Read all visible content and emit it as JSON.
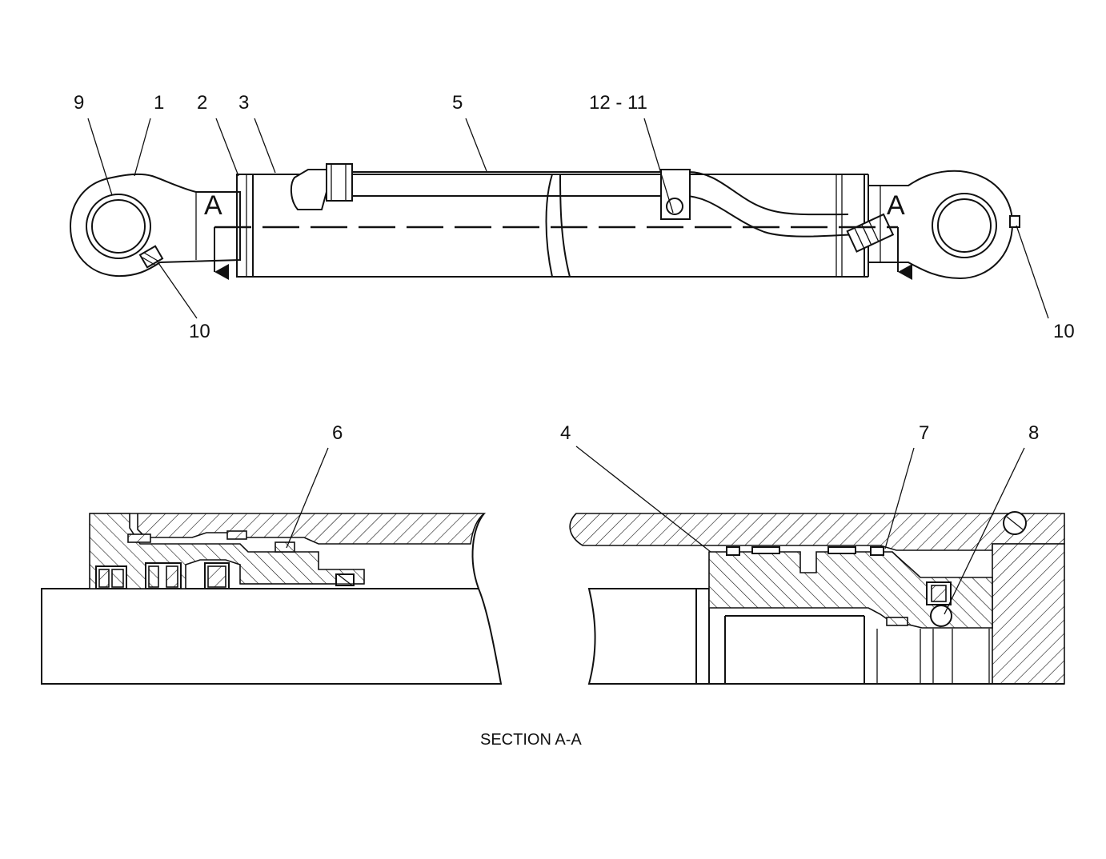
{
  "callouts": {
    "c9": "9",
    "c1": "1",
    "c2": "2",
    "c3": "3",
    "c5": "5",
    "c12_11": "12 - 11",
    "c10_left": "10",
    "c10_right": "10",
    "c6": "6",
    "c4": "4",
    "c7": "7",
    "c8": "8"
  },
  "section_markers": {
    "left": "A",
    "right": "A"
  },
  "caption": "SECTION A-A"
}
